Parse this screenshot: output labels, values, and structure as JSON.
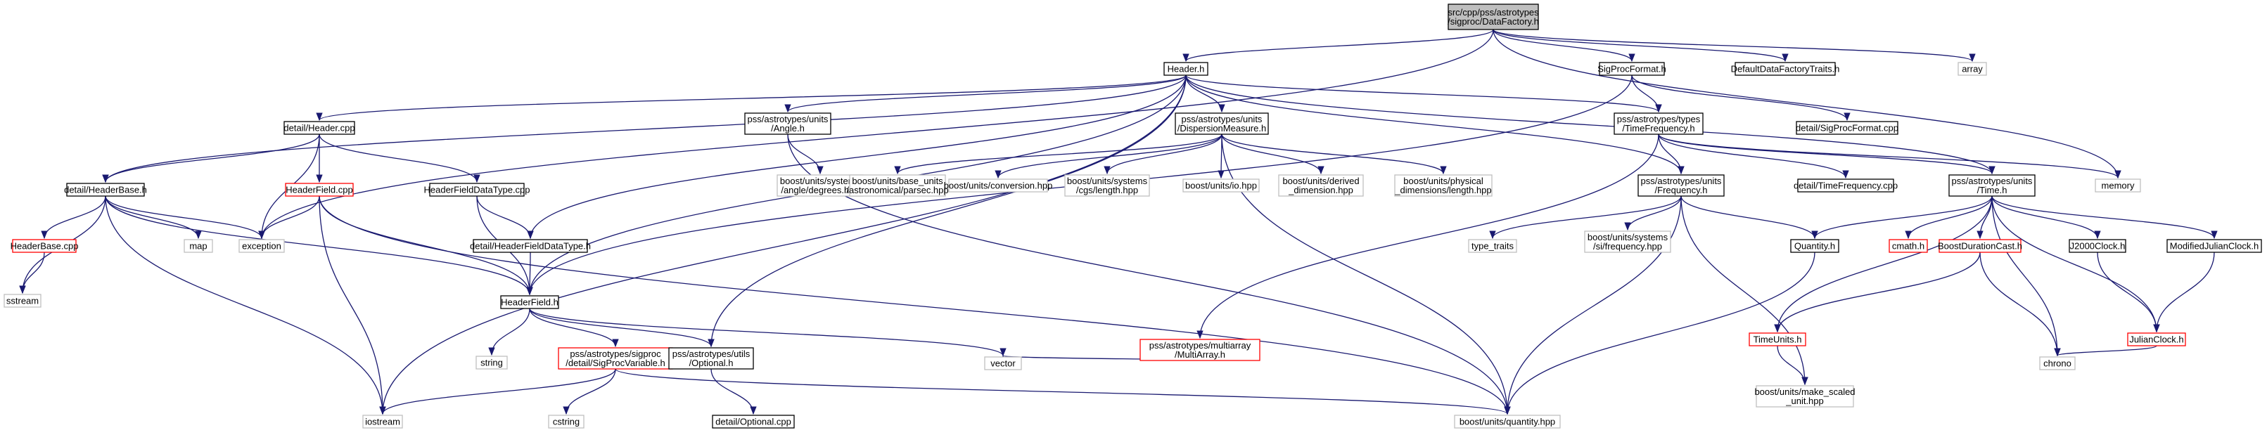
{
  "colors": {
    "edge": "#191970",
    "border_normal": "#000000",
    "border_external": "#bfbfbf",
    "border_missing": "#ff0000",
    "fill_root": "#bfbfbf",
    "fill_normal": "#ffffff",
    "text_normal": "#000000",
    "text_external": "#000000"
  },
  "nodes": [
    {
      "id": "datafactory",
      "kind": "root",
      "lines": [
        "src/cpp/pss/astrotypes",
        "/sigproc/DataFactory.h"
      ]
    },
    {
      "id": "header_h",
      "kind": "normal",
      "lines": [
        "Header.h"
      ]
    },
    {
      "id": "sigprocformat_h",
      "kind": "normal",
      "lines": [
        "SigProcFormat.h"
      ]
    },
    {
      "id": "defaultdatafactorytraits_h",
      "kind": "normal",
      "lines": [
        "DefaultDataFactoryTraits.h"
      ]
    },
    {
      "id": "array",
      "kind": "external",
      "lines": [
        "array"
      ]
    },
    {
      "id": "detail_header_cpp",
      "kind": "normal",
      "lines": [
        "detail/Header.cpp"
      ]
    },
    {
      "id": "angle_h",
      "kind": "normal",
      "lines": [
        "pss/astrotypes/units",
        "/Angle.h"
      ]
    },
    {
      "id": "dispersionmeasure_h",
      "kind": "normal",
      "lines": [
        "pss/astrotypes/units",
        "/DispersionMeasure.h"
      ]
    },
    {
      "id": "timefrequency_h",
      "kind": "normal",
      "lines": [
        "pss/astrotypes/types",
        "/TimeFrequency.h"
      ]
    },
    {
      "id": "detail_sigprocformat_cpp",
      "kind": "normal",
      "lines": [
        "detail/SigProcFormat.cpp"
      ]
    },
    {
      "id": "detail_headerbase_h",
      "kind": "normal",
      "lines": [
        "detail/HeaderBase.h"
      ]
    },
    {
      "id": "headerfield_cpp",
      "kind": "missing",
      "lines": [
        "HeaderField.cpp"
      ]
    },
    {
      "id": "headerfielddatatype_cpp",
      "kind": "normal",
      "lines": [
        "HeaderFieldDataType.cpp"
      ]
    },
    {
      "id": "angle_degrees_hpp",
      "kind": "external",
      "lines": [
        "boost/units/systems",
        "/angle/degrees.hpp"
      ]
    },
    {
      "id": "astronomical_parsec_hpp",
      "kind": "external",
      "lines": [
        "boost/units/base_units",
        "/astronomical/parsec.hpp"
      ]
    },
    {
      "id": "conversion_hpp",
      "kind": "external",
      "lines": [
        "boost/units/conversion.hpp"
      ]
    },
    {
      "id": "cgs_length_hpp",
      "kind": "external",
      "lines": [
        "boost/units/systems",
        "/cgs/length.hpp"
      ]
    },
    {
      "id": "io_hpp",
      "kind": "external",
      "lines": [
        "boost/units/io.hpp"
      ]
    },
    {
      "id": "derived_dimension_hpp",
      "kind": "external",
      "lines": [
        "boost/units/derived",
        "_dimension.hpp"
      ]
    },
    {
      "id": "physical_dimensions_length_hpp",
      "kind": "external",
      "lines": [
        "boost/units/physical",
        "_dimensions/length.hpp"
      ]
    },
    {
      "id": "frequency_h",
      "kind": "normal",
      "lines": [
        "pss/astrotypes/units",
        "/Frequency.h"
      ]
    },
    {
      "id": "detail_timefrequency_cpp",
      "kind": "normal",
      "lines": [
        "detail/TimeFrequency.cpp"
      ]
    },
    {
      "id": "time_h",
      "kind": "normal",
      "lines": [
        "pss/astrotypes/units",
        "/Time.h"
      ]
    },
    {
      "id": "memory",
      "kind": "external",
      "lines": [
        "memory"
      ]
    },
    {
      "id": "headerbase_cpp",
      "kind": "missing",
      "lines": [
        "HeaderBase.cpp"
      ]
    },
    {
      "id": "map",
      "kind": "external",
      "lines": [
        "map"
      ]
    },
    {
      "id": "exception",
      "kind": "external",
      "lines": [
        "exception"
      ]
    },
    {
      "id": "detail_headerfielddatatype_h",
      "kind": "normal",
      "lines": [
        "detail/HeaderFieldDataType.h"
      ]
    },
    {
      "id": "type_traits",
      "kind": "external",
      "lines": [
        "type_traits"
      ]
    },
    {
      "id": "si_frequency_hpp",
      "kind": "external",
      "lines": [
        "boost/units/systems",
        "/si/frequency.hpp"
      ]
    },
    {
      "id": "quantity_h",
      "kind": "normal",
      "lines": [
        "Quantity.h"
      ]
    },
    {
      "id": "cmath_h",
      "kind": "missing",
      "lines": [
        "cmath.h"
      ]
    },
    {
      "id": "boostdurationcast_h",
      "kind": "missing",
      "lines": [
        "BoostDurationCast.h"
      ]
    },
    {
      "id": "j2000clock_h",
      "kind": "normal",
      "lines": [
        "J2000Clock.h"
      ]
    },
    {
      "id": "modifiedjulianclock_h",
      "kind": "normal",
      "lines": [
        "ModifiedJulianClock.h"
      ]
    },
    {
      "id": "sstream",
      "kind": "external",
      "lines": [
        "sstream"
      ]
    },
    {
      "id": "headerfield_h",
      "kind": "normal",
      "lines": [
        "HeaderField.h"
      ]
    },
    {
      "id": "multiarray_h",
      "kind": "missing",
      "lines": [
        "pss/astrotypes/multiarray",
        "/MultiArray.h"
      ]
    },
    {
      "id": "timeunits_h",
      "kind": "missing",
      "lines": [
        "TimeUnits.h"
      ]
    },
    {
      "id": "julianclock_h",
      "kind": "missing",
      "lines": [
        "JulianClock.h"
      ]
    },
    {
      "id": "string",
      "kind": "external",
      "lines": [
        "string"
      ]
    },
    {
      "id": "sigprocvariable_h",
      "kind": "missing",
      "lines": [
        "pss/astrotypes/sigproc",
        "/detail/SigProcVariable.h"
      ]
    },
    {
      "id": "optional_h",
      "kind": "normal",
      "lines": [
        "pss/astrotypes/utils",
        "/Optional.h"
      ]
    },
    {
      "id": "vector",
      "kind": "external",
      "lines": [
        "vector"
      ]
    },
    {
      "id": "make_scaled_unit_hpp",
      "kind": "external",
      "lines": [
        "boost/units/make_scaled",
        "_unit.hpp"
      ]
    },
    {
      "id": "chrono",
      "kind": "external",
      "lines": [
        "chrono"
      ]
    },
    {
      "id": "iostream",
      "kind": "external",
      "lines": [
        "iostream"
      ]
    },
    {
      "id": "cstring",
      "kind": "external",
      "lines": [
        "cstring"
      ]
    },
    {
      "id": "detail_optional_cpp",
      "kind": "normal",
      "lines": [
        "detail/Optional.cpp"
      ]
    },
    {
      "id": "quantity_hpp",
      "kind": "external",
      "lines": [
        "boost/units/quantity.hpp"
      ]
    }
  ],
  "edges": [
    [
      "datafactory",
      "header_h"
    ],
    [
      "datafactory",
      "sigprocformat_h"
    ],
    [
      "datafactory",
      "defaultdatafactorytraits_h"
    ],
    [
      "datafactory",
      "array"
    ],
    [
      "datafactory",
      "memory"
    ],
    [
      "datafactory",
      "exception"
    ],
    [
      "header_h",
      "detail_header_cpp"
    ],
    [
      "header_h",
      "angle_h"
    ],
    [
      "header_h",
      "dispersionmeasure_h"
    ],
    [
      "header_h",
      "timefrequency_h"
    ],
    [
      "header_h",
      "detail_headerbase_h"
    ],
    [
      "header_h",
      "detail_headerfielddatatype_h"
    ],
    [
      "header_h",
      "headerfield_h"
    ],
    [
      "header_h",
      "iostream"
    ],
    [
      "header_h",
      "frequency_h"
    ],
    [
      "header_h",
      "time_h"
    ],
    [
      "header_h",
      "optional_h"
    ],
    [
      "sigprocformat_h",
      "timefrequency_h"
    ],
    [
      "sigprocformat_h",
      "detail_sigprocformat_cpp"
    ],
    [
      "sigprocformat_h",
      "headerfield_h"
    ],
    [
      "detail_header_cpp",
      "headerfield_cpp"
    ],
    [
      "detail_header_cpp",
      "headerfielddatatype_cpp"
    ],
    [
      "detail_header_cpp",
      "exception"
    ],
    [
      "detail_header_cpp",
      "detail_headerbase_h"
    ],
    [
      "angle_h",
      "angle_degrees_hpp"
    ],
    [
      "angle_h",
      "quantity_hpp"
    ],
    [
      "dispersionmeasure_h",
      "astronomical_parsec_hpp"
    ],
    [
      "dispersionmeasure_h",
      "conversion_hpp"
    ],
    [
      "dispersionmeasure_h",
      "cgs_length_hpp"
    ],
    [
      "dispersionmeasure_h",
      "io_hpp"
    ],
    [
      "dispersionmeasure_h",
      "derived_dimension_hpp"
    ],
    [
      "dispersionmeasure_h",
      "physical_dimensions_length_hpp"
    ],
    [
      "dispersionmeasure_h",
      "quantity_hpp"
    ],
    [
      "timefrequency_h",
      "frequency_h"
    ],
    [
      "timefrequency_h",
      "detail_timefrequency_cpp"
    ],
    [
      "timefrequency_h",
      "time_h"
    ],
    [
      "timefrequency_h",
      "memory"
    ],
    [
      "timefrequency_h",
      "multiarray_h"
    ],
    [
      "detail_headerbase_h",
      "headerbase_cpp"
    ],
    [
      "detail_headerbase_h",
      "map"
    ],
    [
      "detail_headerbase_h",
      "exception"
    ],
    [
      "detail_headerbase_h",
      "headerfield_h"
    ],
    [
      "detail_headerbase_h",
      "iostream"
    ],
    [
      "detail_headerbase_h",
      "sstream"
    ],
    [
      "headerfield_cpp",
      "exception"
    ],
    [
      "headerfield_cpp",
      "headerfield_h"
    ],
    [
      "headerfield_cpp",
      "iostream"
    ],
    [
      "headerfield_cpp",
      "quantity_hpp"
    ],
    [
      "headerfielddatatype_cpp",
      "detail_headerfielddatatype_h"
    ],
    [
      "headerfielddatatype_cpp",
      "headerfield_h"
    ],
    [
      "frequency_h",
      "type_traits"
    ],
    [
      "frequency_h",
      "si_frequency_hpp"
    ],
    [
      "frequency_h",
      "quantity_h"
    ],
    [
      "frequency_h",
      "make_scaled_unit_hpp"
    ],
    [
      "frequency_h",
      "quantity_hpp"
    ],
    [
      "time_h",
      "quantity_h"
    ],
    [
      "time_h",
      "cmath_h"
    ],
    [
      "time_h",
      "boostdurationcast_h"
    ],
    [
      "time_h",
      "j2000clock_h"
    ],
    [
      "time_h",
      "modifiedjulianclock_h"
    ],
    [
      "time_h",
      "timeunits_h"
    ],
    [
      "time_h",
      "julianclock_h"
    ],
    [
      "time_h",
      "chrono"
    ],
    [
      "headerbase_cpp",
      "sstream"
    ],
    [
      "detail_headerfielddatatype_h",
      "headerfield_h"
    ],
    [
      "quantity_h",
      "quantity_hpp"
    ],
    [
      "boostdurationcast_h",
      "timeunits_h"
    ],
    [
      "boostdurationcast_h",
      "chrono"
    ],
    [
      "j2000clock_h",
      "julianclock_h"
    ],
    [
      "modifiedjulianclock_h",
      "julianclock_h"
    ],
    [
      "headerfield_h",
      "string"
    ],
    [
      "headerfield_h",
      "sigprocvariable_h"
    ],
    [
      "headerfield_h",
      "optional_h"
    ],
    [
      "headerfield_h",
      "vector"
    ],
    [
      "multiarray_h",
      "vector"
    ],
    [
      "timeunits_h",
      "make_scaled_unit_hpp"
    ],
    [
      "julianclock_h",
      "chrono"
    ],
    [
      "sigprocvariable_h",
      "iostream"
    ],
    [
      "sigprocvariable_h",
      "cstring"
    ],
    [
      "sigprocvariable_h",
      "quantity_hpp"
    ],
    [
      "optional_h",
      "detail_optional_cpp"
    ]
  ]
}
